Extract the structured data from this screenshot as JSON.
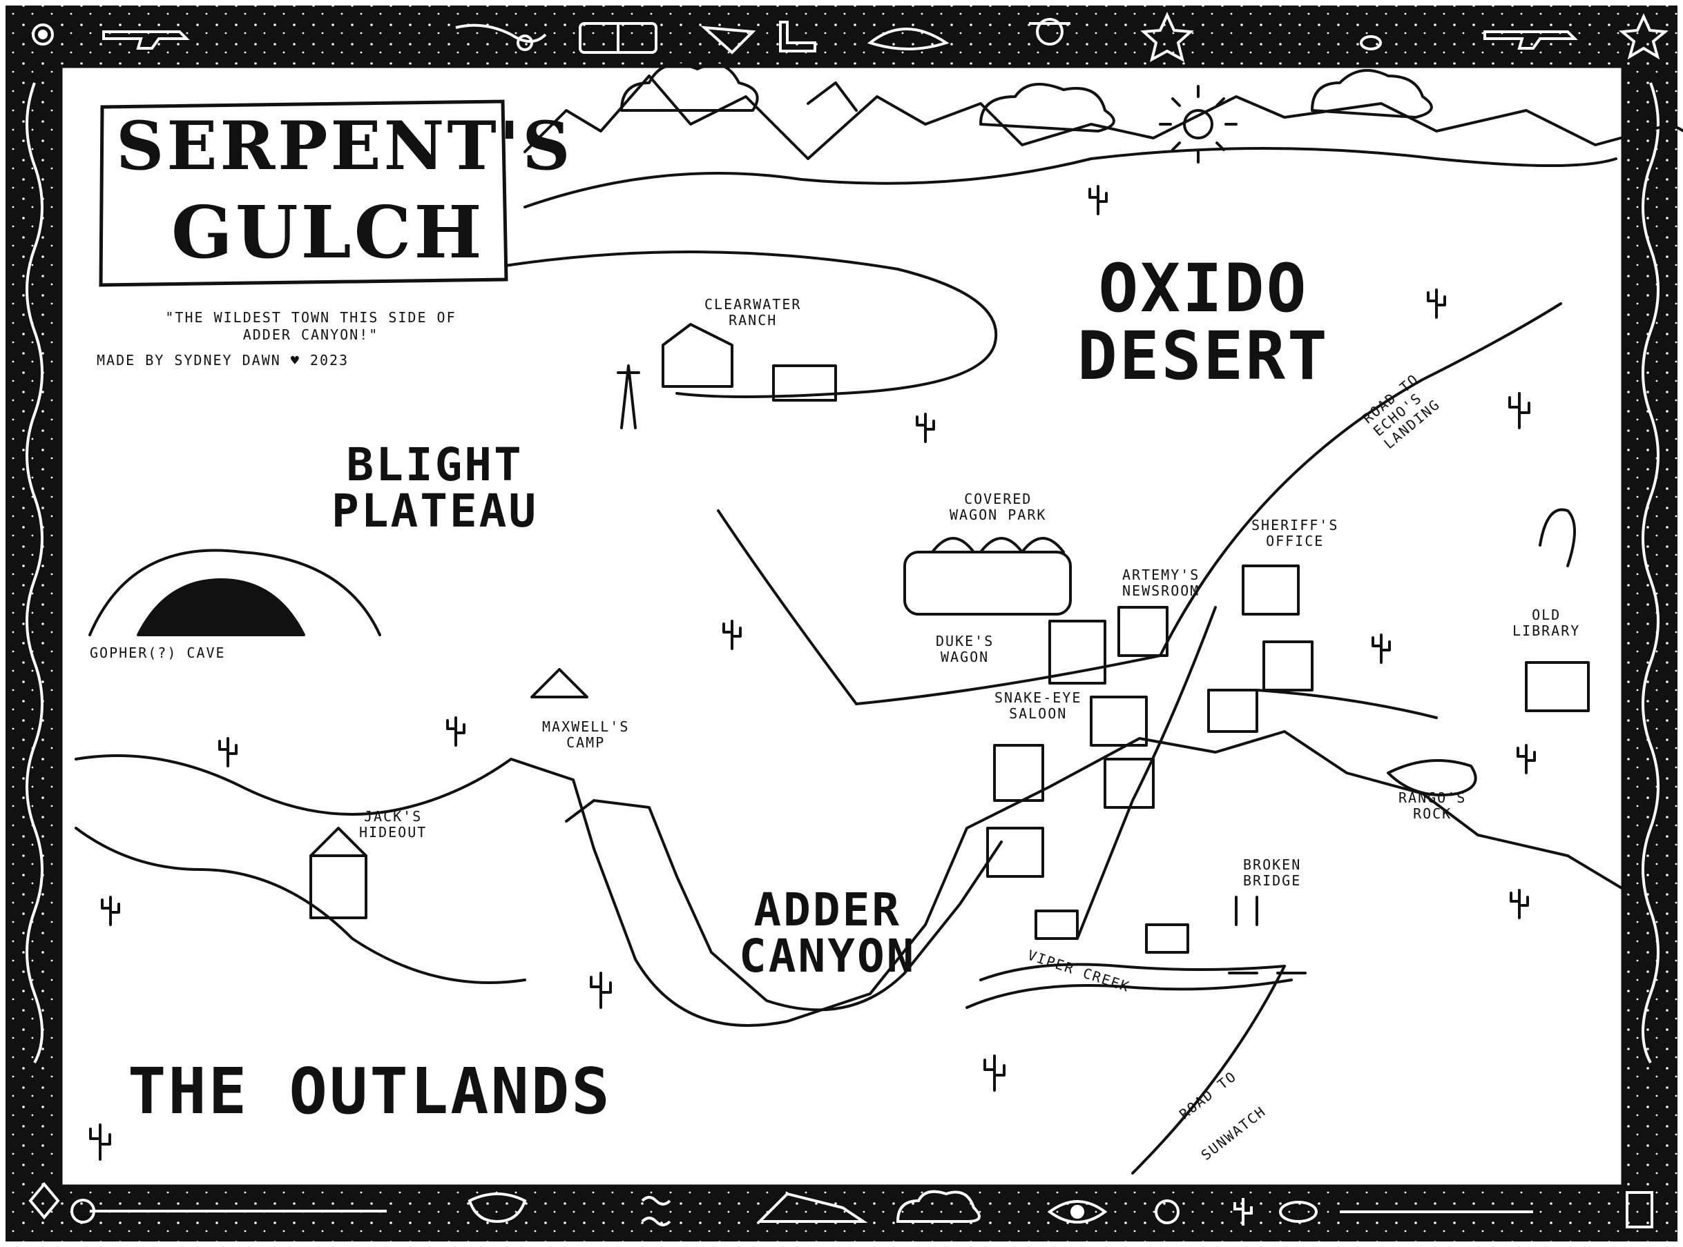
{
  "map": {
    "title_line1": "SERPENT'S",
    "title_line2": "GULCH",
    "tagline_line1": "\"THE WILDEST TOWN THIS SIDE OF",
    "tagline_line2": "ADDER CANYON!\"",
    "credit": "MADE BY SYDNEY DAWN ♥ 2023",
    "regions": {
      "oxido_line1": "OXIDO",
      "oxido_line2": "DESERT",
      "blight_line1": "BLIGHT",
      "blight_line2": "PLATEAU",
      "adder_line1": "ADDER",
      "adder_line2": "CANYON",
      "outlands": "THE OUTLANDS"
    },
    "places": {
      "clearwater_line1": "CLEARWATER",
      "clearwater_line2": "RANCH",
      "covered_line1": "COVERED",
      "covered_line2": "WAGON PARK",
      "sheriff_line1": "SHERIFF'S",
      "sheriff_line2": "OFFICE",
      "artemy_line1": "ARTEMY'S",
      "artemy_line2": "NEWSROOM",
      "duke_line1": "DUKE'S",
      "duke_line2": "WAGON",
      "saloon_line1": "SNAKE-EYE",
      "saloon_line2": "SALOON",
      "library_line1": "OLD",
      "library_line2": "LIBRARY",
      "gopher": "GOPHER(?) CAVE",
      "maxwell_line1": "MAXWELL'S",
      "maxwell_line2": "CAMP",
      "jack_line1": "JACK'S",
      "jack_line2": "HIDEOUT",
      "rango_line1": "RANGO'S",
      "rango_line2": "ROCK",
      "bridge_line1": "BROKEN",
      "bridge_line2": "BRIDGE",
      "viper": "VIPER CREEK"
    },
    "roads": {
      "echo_line1": "ROAD TO",
      "echo_line2": "ECHO'S",
      "echo_line3": "LANDING",
      "sun_line1": "ROAD TO",
      "sun_line2": "SUNWATCH"
    },
    "colors": {
      "ink": "#111111",
      "paper": "#ffffff"
    },
    "icons": {
      "border_top": [
        "flower-icon",
        "pistol-icon",
        "beads-icon",
        "book-icon",
        "bandana-icon",
        "boot-icon",
        "cowboy-hat-icon",
        "cowboy-figure-icon",
        "sheriff-star-icon",
        "bee-icon",
        "revolver-icon",
        "star-icon"
      ],
      "border_bottom": [
        "compass-icon",
        "sword-icon",
        "cow-skull-icon",
        "swirl-icon",
        "rock-icon",
        "cloud-icon",
        "eye-icon",
        "flower-icon",
        "cactus-icon",
        "snake-eye-icon",
        "arrow-icon",
        "notepad-icon"
      ]
    }
  }
}
